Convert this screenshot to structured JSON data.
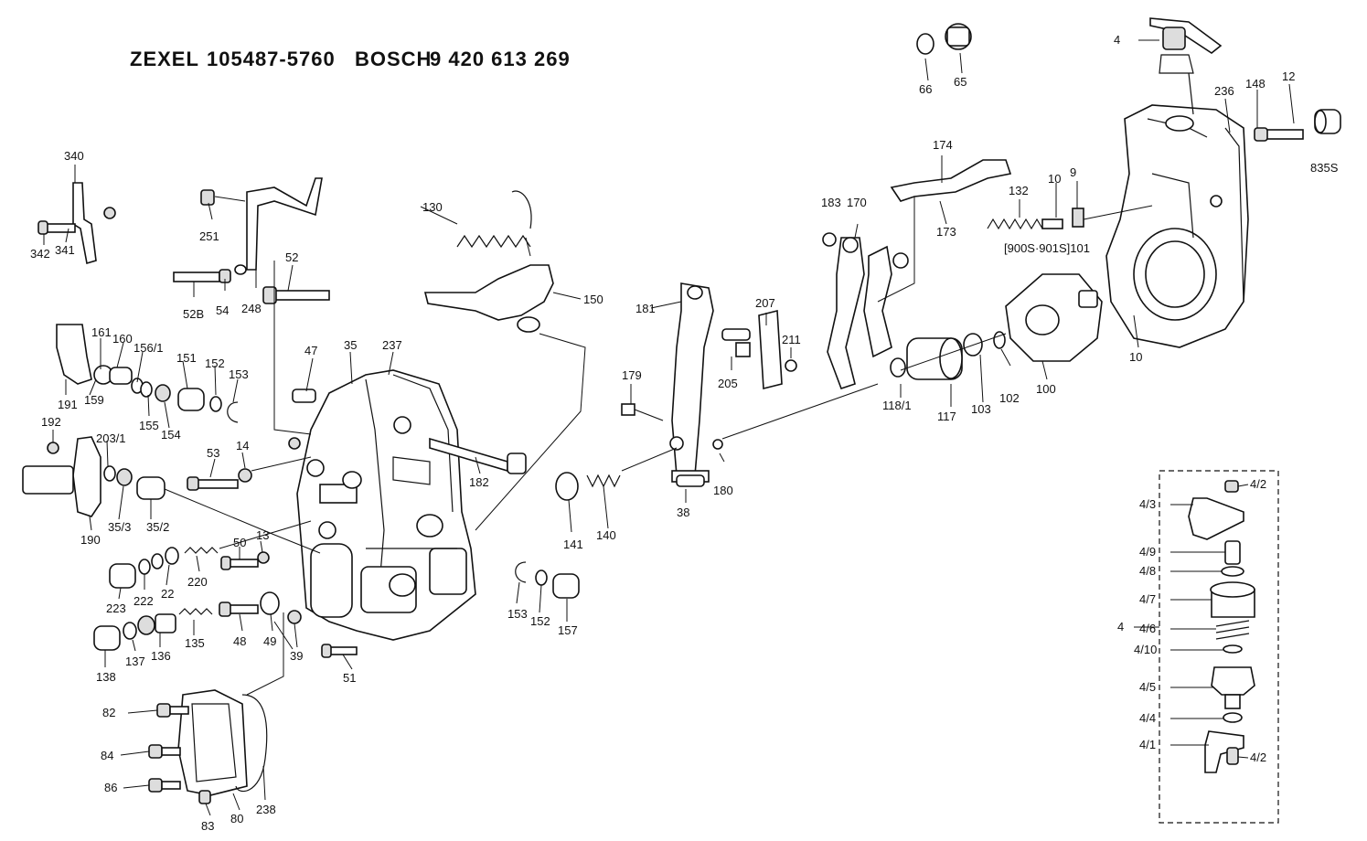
{
  "header": {
    "brand1": "ZEXEL",
    "code1": "105487-5760",
    "brand2": "BOSCH",
    "code2": "9 420 613 269"
  },
  "labels": {
    "l4a": "4",
    "l66": "66",
    "l65": "65",
    "l236": "236",
    "l148": "148",
    "l12": "12",
    "l835s": "835S",
    "l174": "174",
    "l173": "173",
    "l132": "132",
    "l10a": "10",
    "l9": "9",
    "l9005": "[900S·901S]101",
    "l10b": "10",
    "l130": "130",
    "l150": "150",
    "l183": "183",
    "l170": "170",
    "l207": "207",
    "l211": "211",
    "l205": "205",
    "l181": "181",
    "l179": "179",
    "l180": "180",
    "l38": "38",
    "l118": "118/1",
    "l117": "117",
    "l103": "103",
    "l102": "102",
    "l100": "100",
    "l340": "340",
    "l342": "342",
    "l341": "341",
    "l251": "251",
    "l52b": "52B",
    "l54": "54",
    "l248": "248",
    "l52": "52",
    "l47": "47",
    "l35": "35",
    "l237": "237",
    "l161": "161",
    "l160": "160",
    "l156": "156/1",
    "l151": "151",
    "l152a": "152",
    "l153a": "153",
    "l191": "191",
    "l159": "159",
    "l155": "155",
    "l154": "154",
    "l192": "192",
    "l203": "203/1",
    "l190": "190",
    "l353": "35/3",
    "l352": "35/2",
    "l53": "53",
    "l14": "14",
    "l182": "182",
    "l141": "141",
    "l140": "140",
    "l223": "223",
    "l222": "222",
    "l22": "22",
    "l220": "220",
    "l50": "50",
    "l13": "13",
    "l138": "138",
    "l137": "137",
    "l136": "136",
    "l135": "135",
    "l48": "48",
    "l49": "49",
    "l39": "39",
    "l51": "51",
    "l153b": "153",
    "l152b": "152",
    "l157": "157",
    "l82": "82",
    "l84": "84",
    "l86": "86",
    "l83": "83",
    "l80": "80",
    "l238": "238",
    "i42a": "4/2",
    "i43": "4/3",
    "i49": "4/9",
    "i48": "4/8",
    "i47": "4/7",
    "i4": "4",
    "i46": "4/6",
    "i410": "4/10",
    "i45": "4/5",
    "i44": "4/4",
    "i41": "4/1",
    "i42b": "4/2"
  }
}
